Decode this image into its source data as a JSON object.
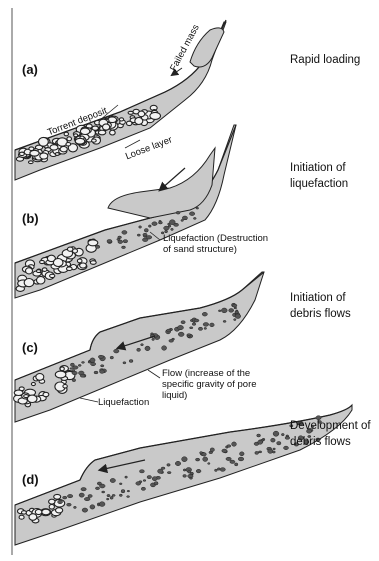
{
  "colors": {
    "fill": "#c9c9c9",
    "stroke": "#222222",
    "pebble": "#f2f2f2"
  },
  "stages": [
    {
      "id": "a",
      "label": "(a)",
      "description": "Rapid loading"
    },
    {
      "id": "b",
      "label": "(b)",
      "description": "Initiation of liquefaction"
    },
    {
      "id": "c",
      "label": "(c)",
      "description": "Initiation of debris flows"
    },
    {
      "id": "d",
      "label": "(d)",
      "description": "Development of debris flows"
    }
  ],
  "annotations": {
    "failed_mass": "Failed mass",
    "torrent_deposit": "Torrent deposit",
    "loose_layer": "Loose layer",
    "liquefaction_b": "Liquefaction (Destruction of sand structure)",
    "flow_c": "Flow (increase of the specific gravity of pore liquid)",
    "liquefaction_c": "Liquefaction"
  }
}
